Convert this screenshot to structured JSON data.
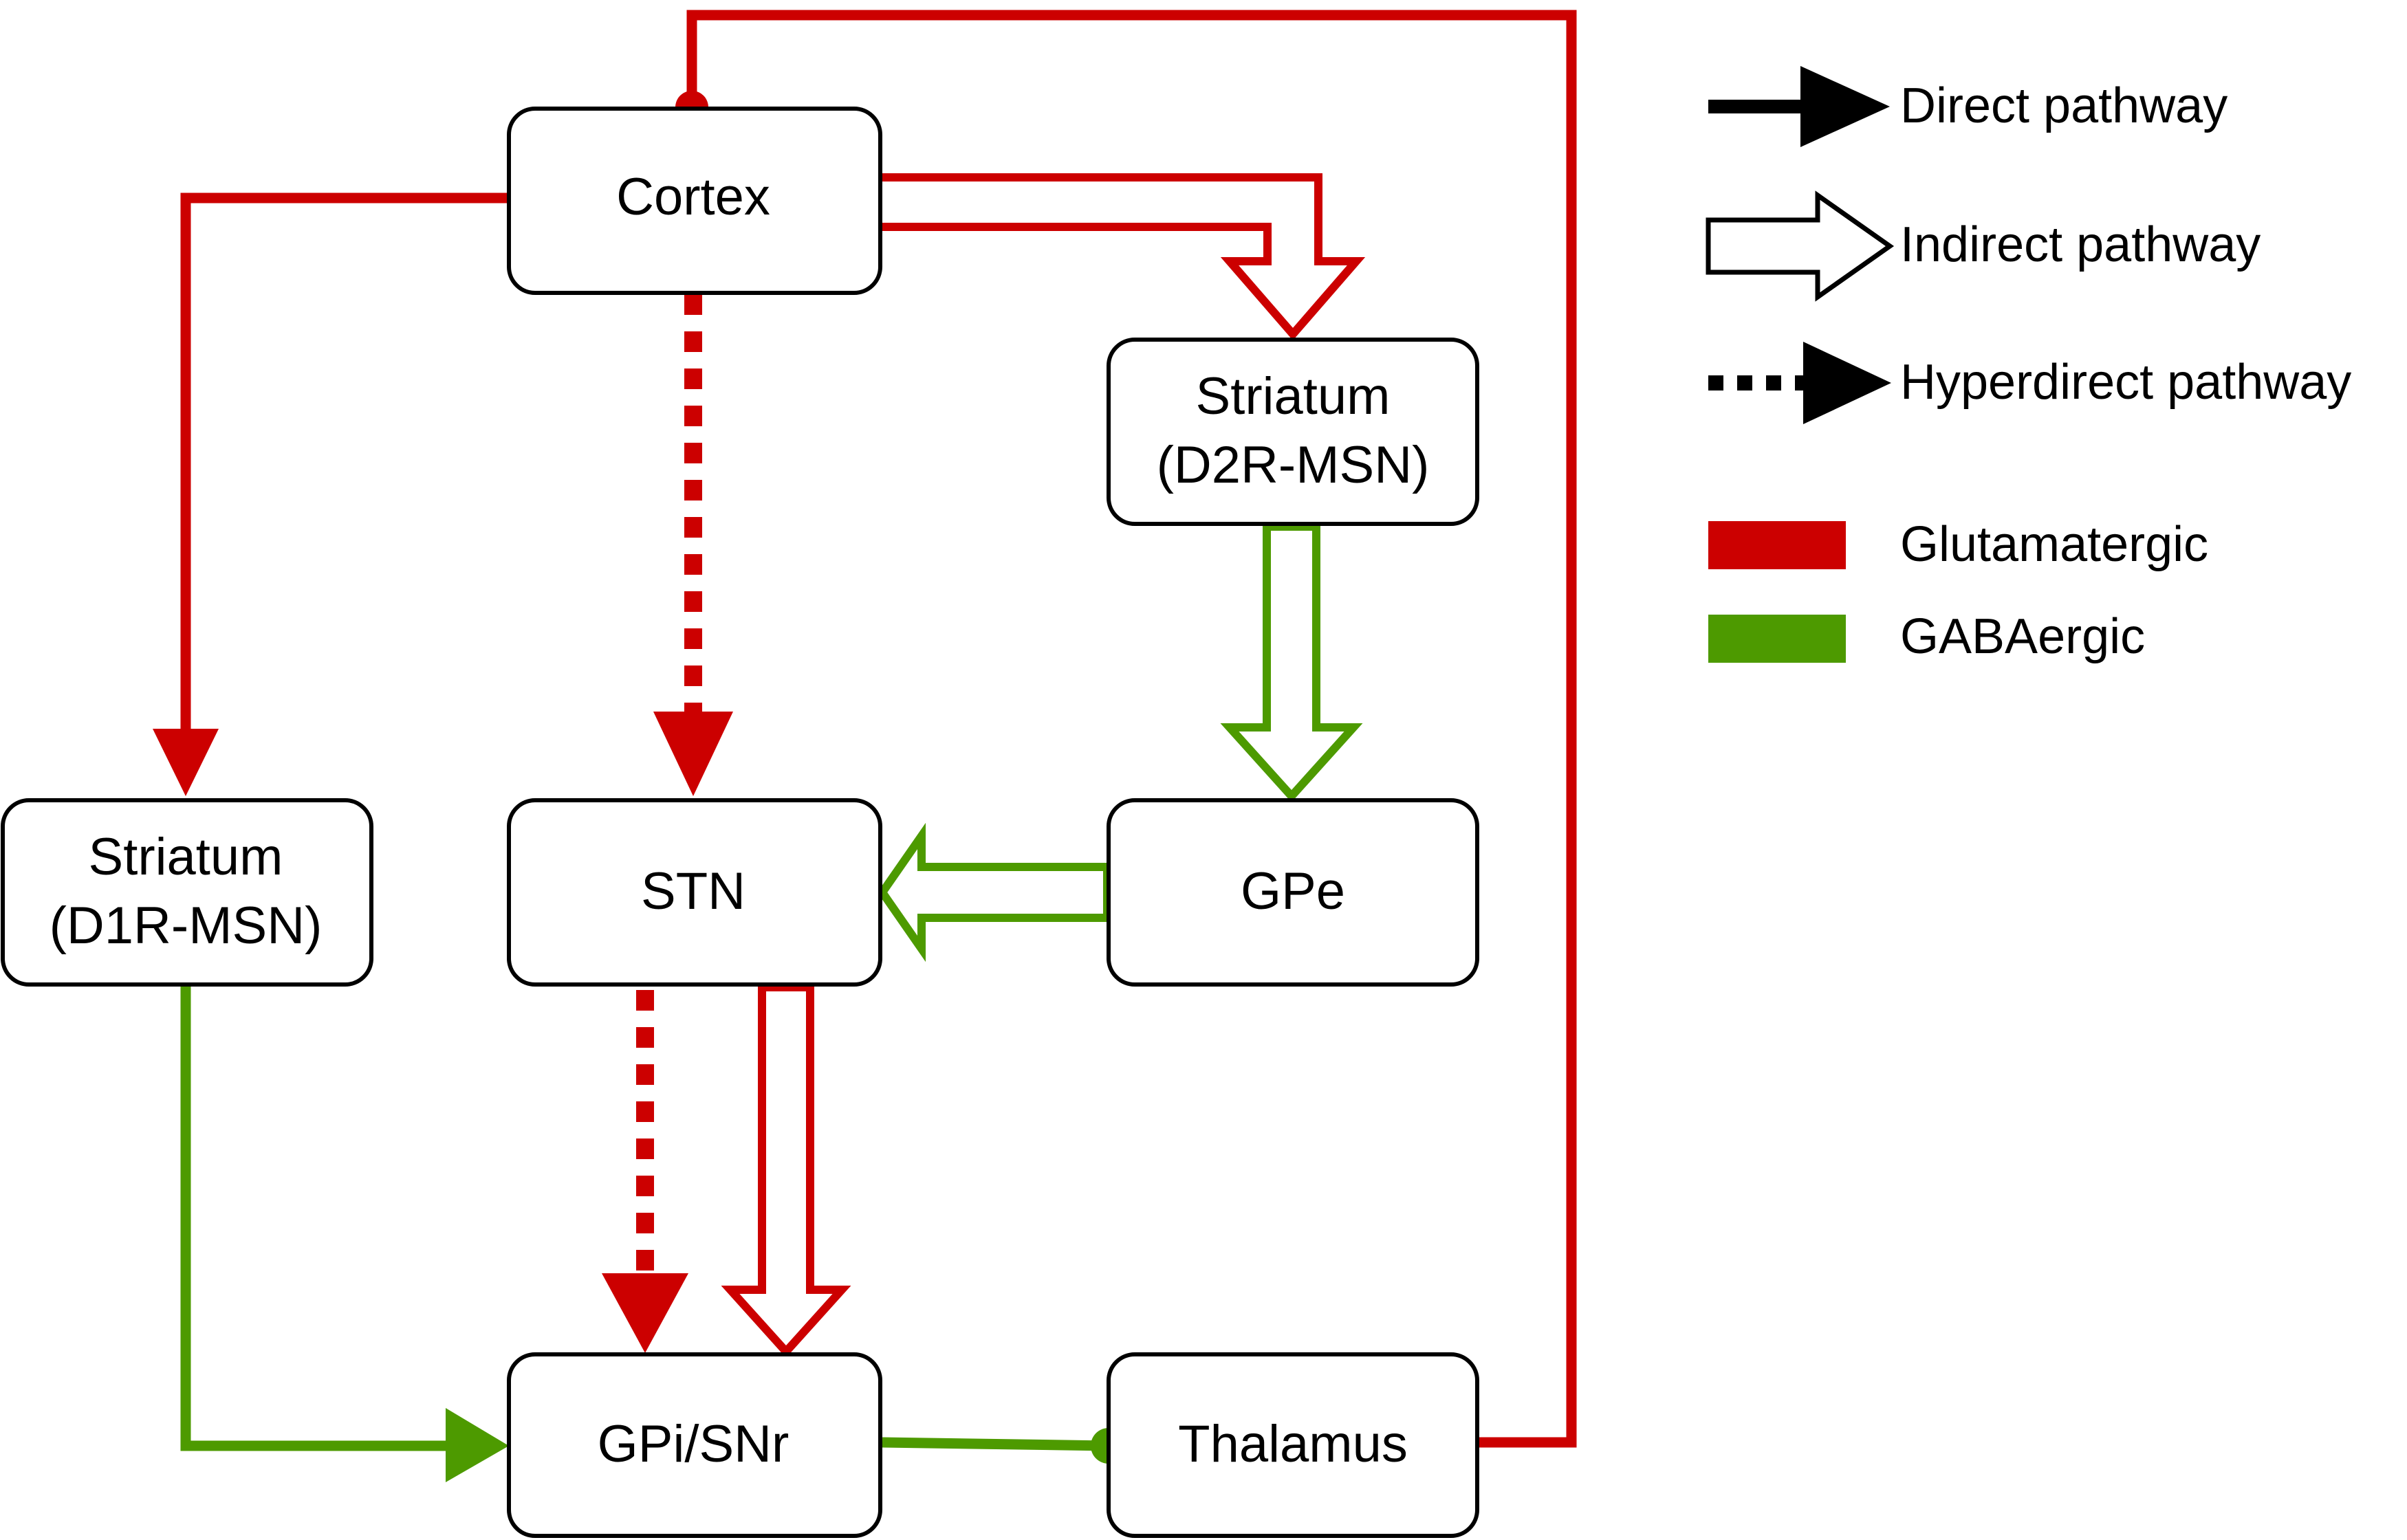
{
  "nodes": {
    "cortex": {
      "lines": [
        "Cortex"
      ]
    },
    "striatum_d2": {
      "lines": [
        "Striatum",
        "(D2R-MSN)"
      ]
    },
    "striatum_d1": {
      "lines": [
        "Striatum",
        "(D1R-MSN)"
      ]
    },
    "stn": {
      "lines": [
        "STN"
      ]
    },
    "gpe": {
      "lines": [
        "GPe"
      ]
    },
    "gpi_snr": {
      "lines": [
        "GPi/SNr"
      ]
    },
    "thalamus": {
      "lines": [
        "Thalamus"
      ]
    }
  },
  "legend": {
    "direct": "Direct pathway",
    "indirect": "Indirect pathway",
    "hyperdirect": "Hyperdirect pathway",
    "glutamatergic": "Glutamatergic",
    "gabaergic": "GABAergic"
  },
  "colors": {
    "glutamatergic": "#cc0000",
    "gabaergic": "#4d9a00",
    "node_border": "#000000"
  }
}
